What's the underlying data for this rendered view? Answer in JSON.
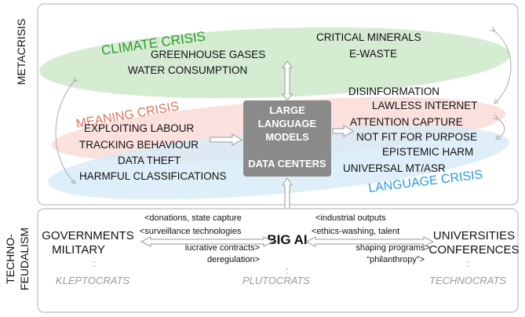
{
  "sides": {
    "top": "METACRISIS",
    "bottom_line1": "TECHNO-",
    "bottom_line2": "FEUDALISM"
  },
  "crises": {
    "climate": "CLIMATE CRISIS",
    "meaning": "MEANING CRISIS",
    "language": "LANGUAGE CRISIS"
  },
  "climate_items": [
    "GREENHOUSE GASES",
    "WATER CONSUMPTION",
    "CRITICAL MINERALS",
    "E-WASTE"
  ],
  "left_items": [
    "EXPLOITING LABOUR",
    "TRACKING BEHAVIOUR",
    "DATA THEFT",
    "HARMFUL CLASSIFICATIONS"
  ],
  "right_items": [
    "DISINFORMATION",
    "LAWLESS INTERNET",
    "ATTENTION CAPTURE",
    "NOT FIT FOR PURPOSE",
    "EPISTEMIC HARM",
    "UNIVERSAL MT/ASR"
  ],
  "center_box": {
    "line1": "LARGE",
    "line2": "LANGUAGE",
    "line3": "MODELS",
    "line4": "DATA CENTERS"
  },
  "bottom": {
    "left_actor1": "GOVERNMENTS",
    "left_actor2": "MILITARY",
    "center_actor": "BIG AI",
    "right_actor1": "UNIVERSITIES",
    "right_actor2": "CONFERENCES",
    "dots": ":",
    "left_flows": [
      "<donations, state capture",
      "<surveillance technologies",
      "lucrative contracts>",
      "deregulation>"
    ],
    "right_flows": [
      "<industrial outputs",
      "<ethics-washing, talent",
      "shaping programs>",
      "“philanthropy”>"
    ],
    "labels": [
      "KLEPTOCRATS",
      "PLUTOCRATS",
      "TECHNOCRATS"
    ]
  },
  "colors": {
    "climate": "#2e9a2e",
    "meaning": "#e2725b",
    "language": "#2a9be0",
    "climate_fill": "#d3ead0",
    "meaning_fill": "#f9dcd8",
    "language_fill": "#d6ebf8",
    "box_fill": "#8a8a8a",
    "muted": "#9a9a9a"
  }
}
